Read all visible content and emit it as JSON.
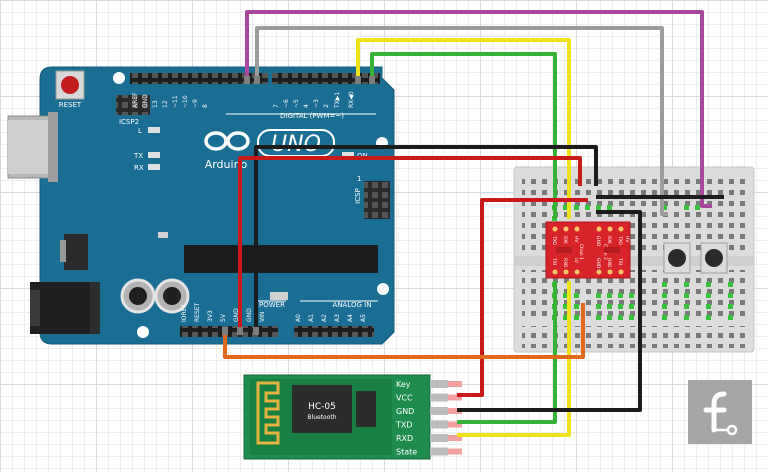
{
  "arduino": {
    "reset_label": "RESET",
    "icsp2_label": "ICSP2",
    "icsp_label": "ICSP",
    "digital_label": "DIGITAL (PWM=~)",
    "power_label": "POWER",
    "analog_label": "ANALOG IN",
    "on_label": "ON",
    "l_label": "L",
    "tx_label": "TX",
    "rx_label": "RX",
    "logo_text": "UNO",
    "brand_text": "Arduino",
    "icsp_pin1": "1",
    "top_pins": [
      "AREF",
      "GND",
      "13",
      "12",
      "~11",
      "~10",
      "~9",
      "8",
      "7",
      "~6",
      "~5",
      "4",
      "~3",
      "2",
      "TX▶1",
      "RX◀0"
    ],
    "power_pins": [
      "IOREF",
      "RESET",
      "3V3",
      "5V",
      "GND",
      "GND",
      "VIN"
    ],
    "analog_pins": [
      "A0",
      "A1",
      "A2",
      "A3",
      "A4",
      "A5"
    ]
  },
  "level_shifter": {
    "top_labels": [
      "TXO",
      "RXI",
      "HV",
      "GND",
      "RXI",
      "TXO"
    ],
    "top_labels_right": [
      "HV"
    ],
    "side_labels": [
      "Chan 1",
      "Chan 2"
    ],
    "bottom_labels": [
      "TXI",
      "RXO",
      "LV",
      "GND",
      "RXO",
      "TXI"
    ]
  },
  "hc05": {
    "title": "HC-05",
    "subtitle": "Bluetooth",
    "pins": [
      "Key",
      "VCC",
      "GND",
      "TXD",
      "RXD",
      "State"
    ]
  },
  "watermark": {
    "icon": "fritzing-logo-icon"
  },
  "colors": {
    "board": "#1a6e94",
    "wire_purple": "#a8479e",
    "wire_gray": "#9c9c9c",
    "wire_yellow": "#f0e21a",
    "wire_green": "#36b336",
    "wire_black": "#1c1c1c",
    "wire_red": "#c91a1a",
    "wire_orange": "#e0691c",
    "level_shifter": "#d8232a",
    "hc05_board": "#1e8c4c"
  }
}
